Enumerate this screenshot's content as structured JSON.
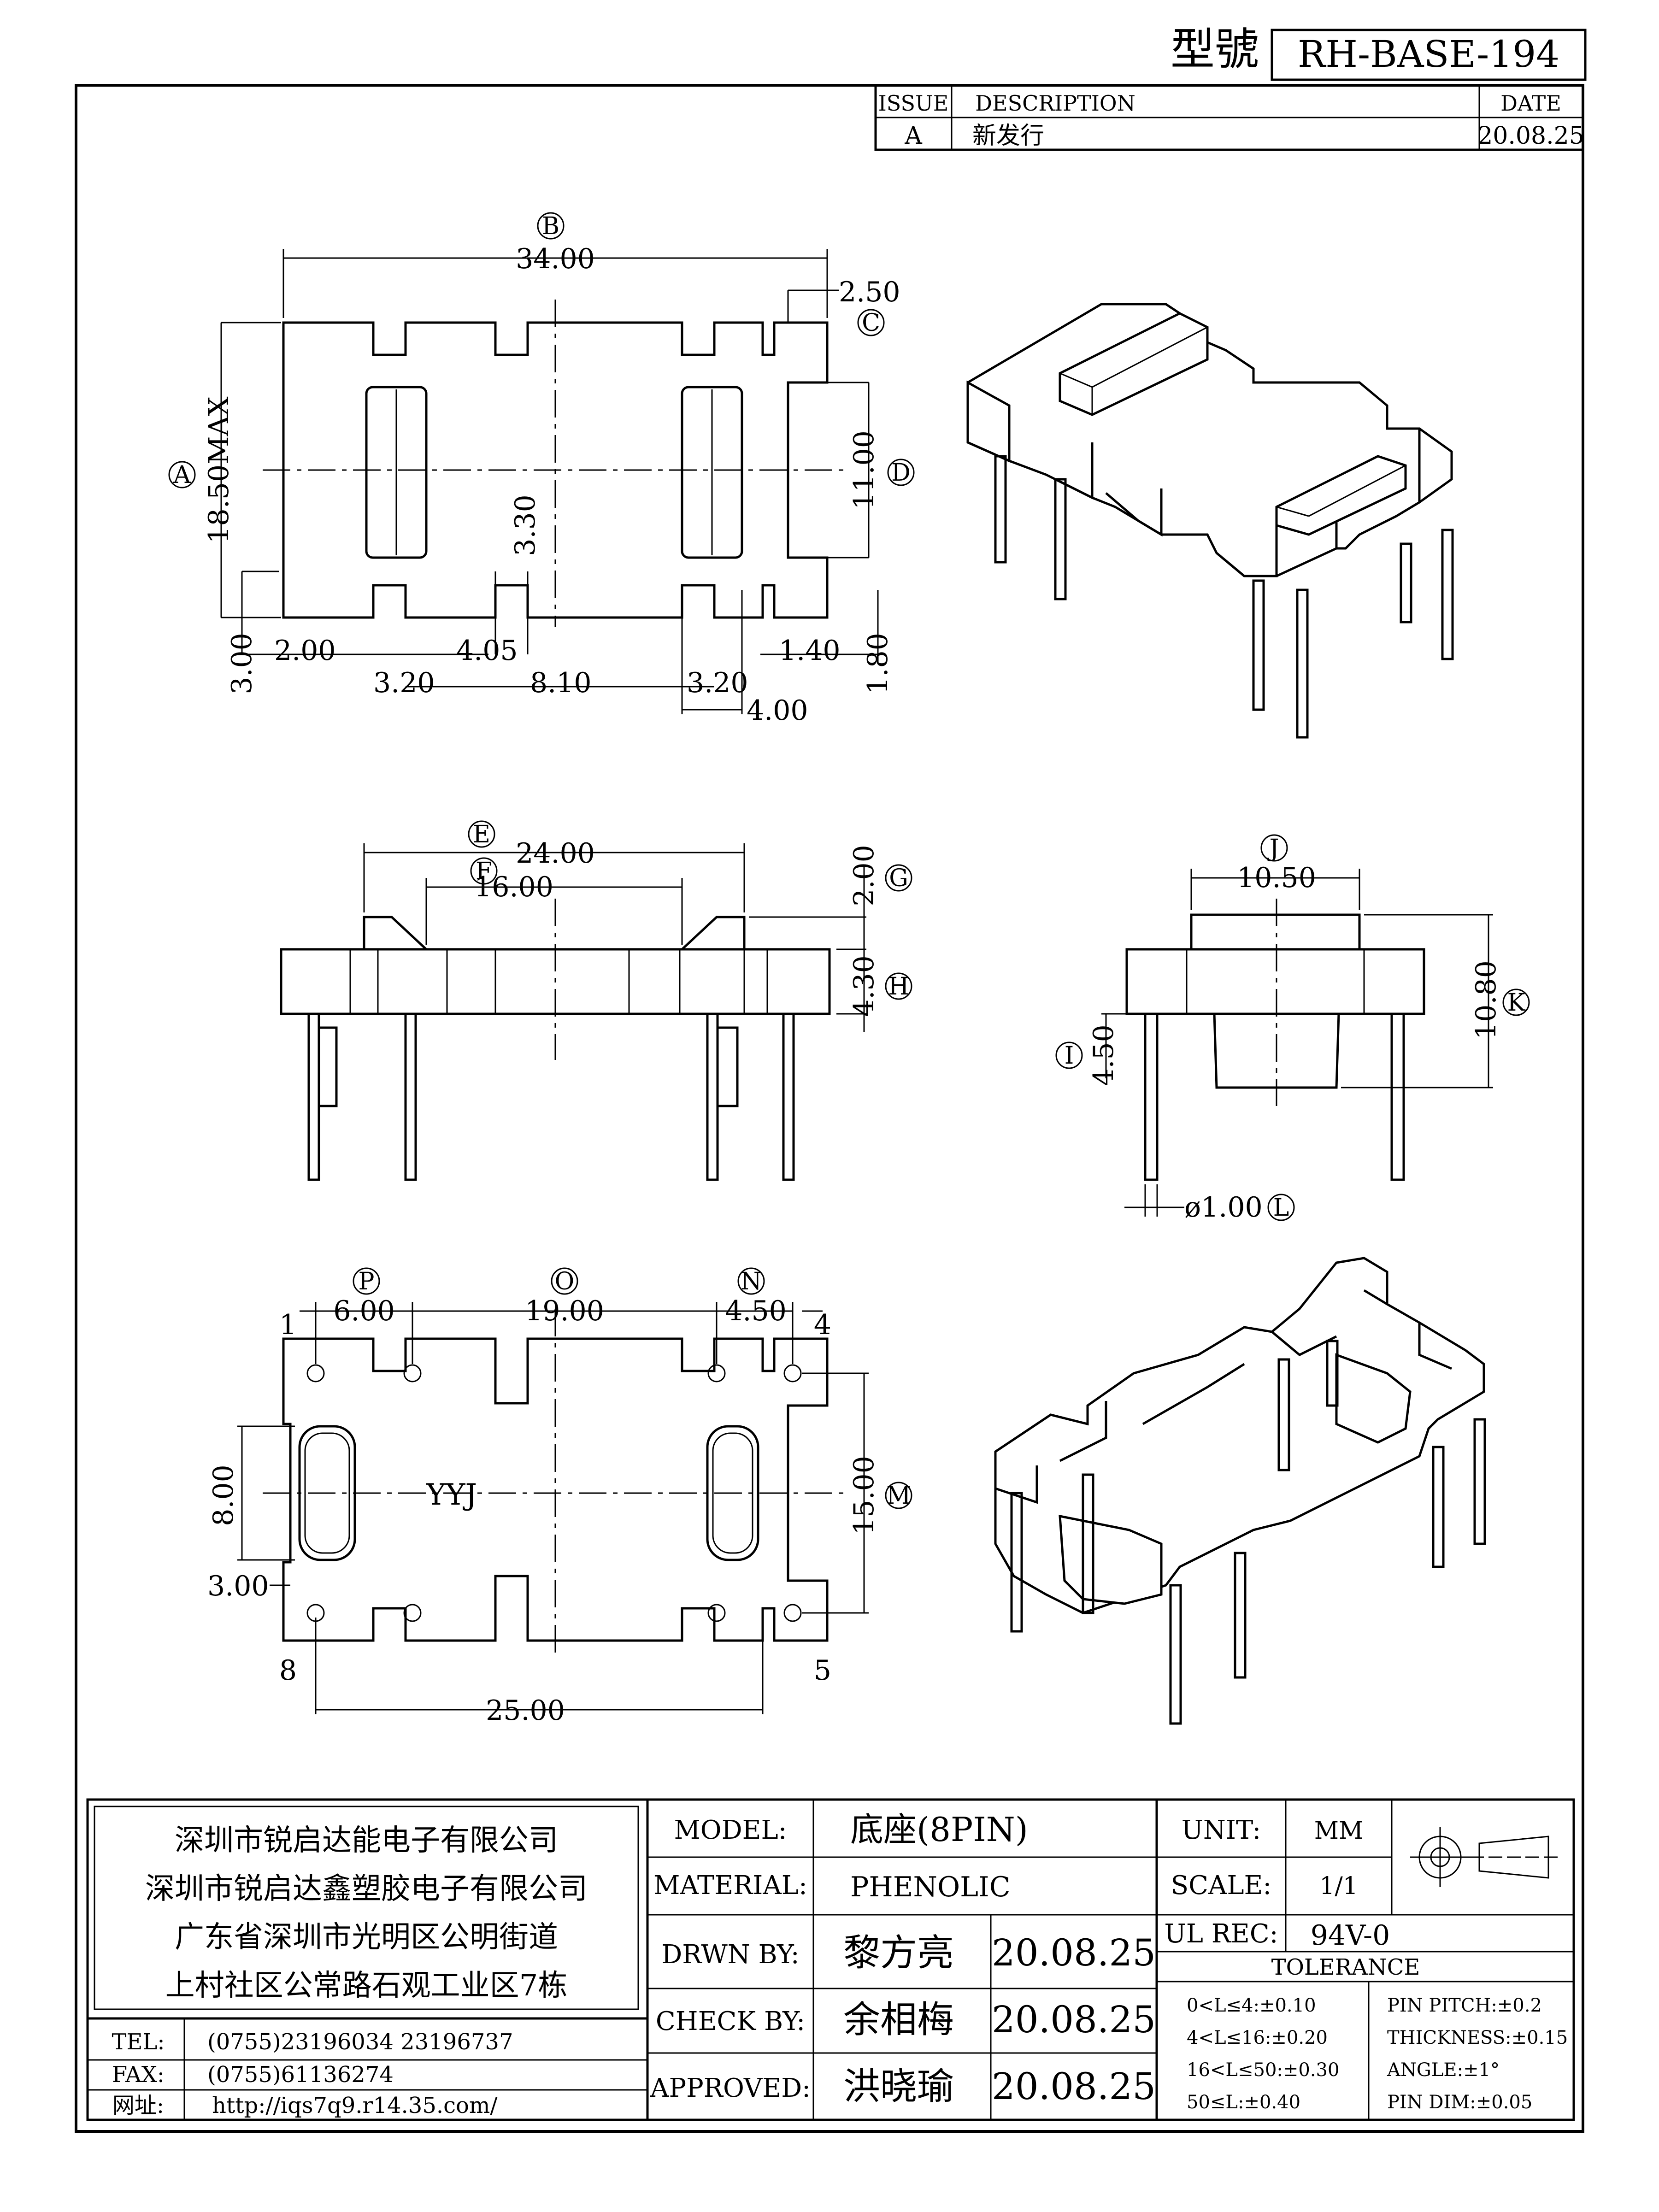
{
  "header": {
    "model_label": "型號",
    "model_value": "RH-BASE-194",
    "revision": {
      "col_issue": "ISSUE",
      "col_description": "DESCRIPTION",
      "col_date": "DATE",
      "issue": "A",
      "description": "新发行",
      "date": "20.08.25"
    }
  },
  "top_view": {
    "letters": {
      "a": "A",
      "b": "B",
      "c": "C",
      "d": "D"
    },
    "dims": {
      "width": "34.00",
      "notch": "2.50",
      "height": "18.50MAX",
      "inner": "11.00",
      "slot": "3.30",
      "edge": "3.00",
      "d_2_00": "2.00",
      "d_4_05": "4.05",
      "d_1_40": "1.40",
      "d_1_80": "1.80",
      "d_3_20a": "3.20",
      "d_8_10": "8.10",
      "d_3_20b": "3.20",
      "d_4_00": "4.00"
    }
  },
  "front_view": {
    "letters": {
      "e": "E",
      "f": "F",
      "g": "G",
      "h": "H"
    },
    "dims": {
      "outer": "24.00",
      "inner": "16.00",
      "top": "2.00",
      "body": "4.30"
    }
  },
  "side_view": {
    "letters": {
      "j": "J",
      "k": "K",
      "i": "I",
      "l": "L"
    },
    "dims": {
      "width": "10.50",
      "height": "10.80",
      "pin_len": "4.50",
      "pin_dia": "ø1.00"
    }
  },
  "bottom_view": {
    "letters": {
      "p": "P",
      "o": "O",
      "n": "N",
      "m": "M"
    },
    "dims": {
      "d_6_00": "6.00",
      "d_19_00": "19.00",
      "d_4_50": "4.50",
      "d_8_00": "8.00",
      "d_15_00": "15.00",
      "d_3_00": "3.00",
      "d_25_00": "25.00"
    },
    "pins": {
      "p1": "1",
      "p4": "4",
      "p8": "8",
      "p5": "5"
    },
    "marking": "YYJ"
  },
  "title_block": {
    "company": [
      "深圳市锐启达能电子有限公司",
      "深圳市锐启达鑫塑胶电子有限公司",
      "广东省深圳市光明区公明街道",
      "上村社区公常路石观工业区7栋"
    ],
    "tel_label": "TEL:",
    "tel_value": "(0755)23196034  23196737",
    "fax_label": "FAX:",
    "fax_value": "(0755)61136274",
    "web_label": "网址:",
    "web_value": "http://iqs7q9.r14.35.com/",
    "model_label": "MODEL:",
    "model_value": "底座(8PIN)",
    "material_label": "MATERIAL:",
    "material_value": "PHENOLIC",
    "drawn_label": "DRWN BY:",
    "drawn_name": "黎方亮",
    "drawn_date": "20.08.25",
    "check_label": "CHECK BY:",
    "check_name": "余相梅",
    "check_date": "20.08.25",
    "approved_label": "APPROVED:",
    "approved_name": "洪晓瑜",
    "approved_date": "20.08.25",
    "unit_label": "UNIT:",
    "unit_value": "MM",
    "scale_label": "SCALE:",
    "scale_value": "1/1",
    "ul_label": "UL REC:",
    "ul_value": "94V-0",
    "tolerance_label": "TOLERANCE",
    "tol_left": [
      "0<L≤4:±0.10",
      "4<L≤16:±0.20",
      "16<L≤50:±0.30",
      "50≤L:±0.40"
    ],
    "tol_right": [
      "PIN PITCH:±0.2",
      "THICKNESS:±0.15",
      "ANGLE:±1°",
      "PIN DIM:±0.05"
    ]
  }
}
